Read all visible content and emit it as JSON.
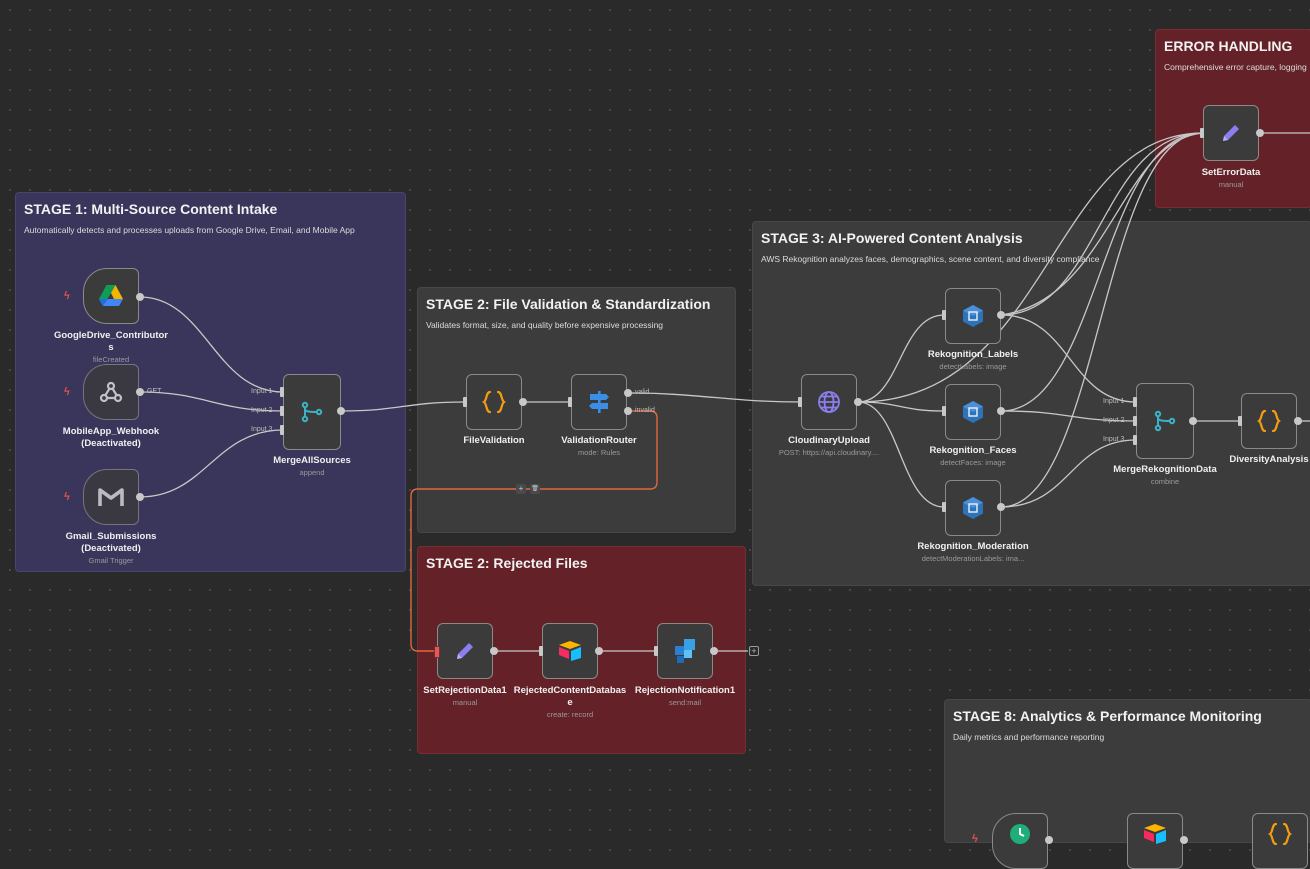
{
  "colors": {
    "canvas": "#2a2a2a",
    "edge": "#c8c8c8",
    "error_edge": "#e0673f",
    "sticky_purple": "#3a355a",
    "sticky_gray": "#3c3c3c",
    "sticky_red": "#642228"
  },
  "stickies": {
    "stage1": {
      "title": "STAGE 1: Multi-Source Content Intake",
      "desc": "Automatically detects and processes uploads from Google Drive, Email, and Mobile App"
    },
    "stage2": {
      "title": "STAGE 2: File Validation & Standardization",
      "desc": "Validates format, size, and quality before expensive processing"
    },
    "stage2r": {
      "title": "STAGE 2: Rejected Files",
      "desc": ""
    },
    "stage3": {
      "title": "STAGE 3: AI-Powered Content Analysis",
      "desc": "AWS Rekognition analyzes faces, demographics, scene content, and diversity compliance"
    },
    "error": {
      "title": "ERROR HANDLING",
      "desc": "Comprehensive error capture, logging"
    },
    "stage8": {
      "title": "STAGE 8: Analytics & Performance Monitoring",
      "desc": "Daily metrics and performance reporting"
    }
  },
  "nodes": {
    "gdrive": {
      "name": "GoogleDrive_Contributor\ns",
      "sub": "fileCreated",
      "icon": "google-drive-icon"
    },
    "webhook": {
      "name": "MobileApp_Webhook\n(Deactivated)",
      "sub": "",
      "icon": "webhook-icon",
      "port_label": "GET"
    },
    "gmail": {
      "name": "Gmail_Submissions\n(Deactivated)",
      "sub": "Gmail Trigger",
      "icon": "gmail-icon"
    },
    "merge_all": {
      "name": "MergeAllSources",
      "sub": "append",
      "icon": "merge-icon",
      "inputs": [
        "Input 1",
        "Input 2",
        "Input 3"
      ]
    },
    "file_validation": {
      "name": "FileValidation",
      "sub": "",
      "icon": "code-braces-icon"
    },
    "validation_router": {
      "name": "ValidationRouter",
      "sub": "mode: Rules",
      "icon": "router-icon",
      "outputs": [
        "valid",
        "invalid"
      ]
    },
    "set_rejection": {
      "name": "SetRejectionData1",
      "sub": "manual",
      "icon": "pencil-icon"
    },
    "rejected_db": {
      "name": "RejectedContentDatabas\ne",
      "sub": "create: record",
      "icon": "airtable-icon"
    },
    "rejection_notify": {
      "name": "RejectionNotification1",
      "sub": "send:mail",
      "icon": "mail-service-icon"
    },
    "cloudinary": {
      "name": "CloudinaryUpload",
      "sub": "POST: https://api.cloudinary....",
      "icon": "globe-icon"
    },
    "rek_labels": {
      "name": "Rekognition_Labels",
      "sub": "detectLabels: image",
      "icon": "aws-rekognition-icon"
    },
    "rek_faces": {
      "name": "Rekognition_Faces",
      "sub": "detectFaces: image",
      "icon": "aws-rekognition-icon"
    },
    "rek_moderation": {
      "name": "Rekognition_Moderation",
      "sub": "detectModerationLabels: ima...",
      "icon": "aws-rekognition-icon"
    },
    "merge_rek": {
      "name": "MergeRekognitionData",
      "sub": "combine",
      "icon": "merge-icon",
      "inputs": [
        "Input 1",
        "Input 2",
        "Input 3"
      ]
    },
    "diversity": {
      "name": "DiversityAnalysis",
      "sub": "",
      "icon": "code-braces-icon"
    },
    "set_error": {
      "name": "SetErrorData",
      "sub": "manual",
      "icon": "pencil-icon"
    }
  },
  "edge_tools": {
    "add": "+",
    "delete": "🗑"
  },
  "add_output": "+"
}
